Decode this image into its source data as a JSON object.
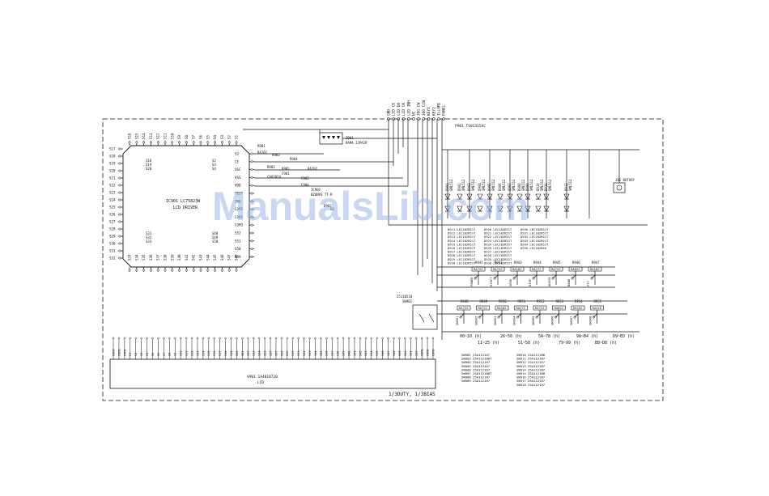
{
  "connector": {
    "ref": "P901 TS01315AC",
    "pins": [
      "GND",
      "LCD CE",
      "LCD DO",
      "LCD CK",
      "LCD INH",
      "NC",
      "JOG CW",
      "JOG CCW",
      "KEY1",
      "KEY2",
      "ILLUMI",
      "PANEL"
    ]
  },
  "ic": {
    "ref": "IC901 LC75823W",
    "name": "LCD DRIVER"
  },
  "left_pins": [
    "S17",
    "S18",
    "S19",
    "S20",
    "S21",
    "S22",
    "S23",
    "S24",
    "S25",
    "S26",
    "S27",
    "S28",
    "S29",
    "S30",
    "S31",
    "S32"
  ],
  "top_pins": [
    "S16",
    "S15",
    "S14",
    "S13",
    "S12",
    "S11",
    "S10",
    "S9",
    "S8",
    "S7",
    "S6",
    "S5",
    "S4",
    "S3",
    "S2",
    "S1"
  ],
  "bottom_pins": [
    "S33",
    "S34",
    "S35",
    "S36",
    "S37",
    "S38",
    "S39",
    "S40",
    "S41",
    "S42",
    "S43",
    "S44",
    "S45",
    "S46",
    "S47",
    "S48"
  ],
  "right_pins": [
    "S2",
    "CE",
    "OSC",
    "VSS",
    "VDD",
    "TEST",
    "INH",
    "COM2",
    "COM1",
    "COM3",
    "S52",
    "S51",
    "S50",
    "S49"
  ],
  "inner_left": [
    [
      "S18",
      "S19",
      "S20"
    ],
    [
      "S31",
      "S32",
      "S33"
    ]
  ],
  "inner_right": [
    [
      "S2",
      "S3",
      "S4"
    ],
    [
      "S48",
      "S49",
      "S50"
    ]
  ],
  "resistor_array": {
    "ref": "Z901",
    "value": "RAMA J2PA1R"
  },
  "ic_parts": [
    "R901",
    "RA702",
    "R902",
    "R904",
    "R903",
    "R905",
    "RA702",
    "C901",
    "C902",
    "C904",
    "CAA1024",
    "IC902",
    "BZ0NVS TT-R",
    "D902",
    "R6"
  ],
  "top_leds": [
    {
      "ref": "D901",
      "part": "SML512"
    },
    {
      "ref": "D902",
      "part": "SML512"
    },
    {
      "ref": "D903",
      "part": "SML512"
    },
    {
      "ref": "D904",
      "part": "SML512"
    },
    {
      "ref": "D905",
      "part": "SML512"
    },
    {
      "ref": "D906",
      "part": "SML512"
    },
    {
      "ref": "D907",
      "part": "SML512"
    },
    {
      "ref": "D908",
      "part": "SML512"
    },
    {
      "ref": "D909",
      "part": "SML512"
    },
    {
      "ref": "D910",
      "part": "SML512"
    },
    {
      "ref": "D911",
      "part": "SML512"
    },
    {
      "ref": "D912",
      "part": "SML512"
    }
  ],
  "jog_rotary": "JOG ROTARY",
  "led_table": [
    [
      "D911 LEC182R51T",
      "D926 LEC182R51T",
      "D936 LEC182R51T"
    ],
    [
      "D912 LEC182R51T",
      "D921 LEC182R51T",
      "D931 LEC182R51T"
    ],
    [
      "D913 LEC182R51T",
      "D922 LEC182R51T",
      "D932 LEC182R51T"
    ],
    [
      "D914 LEC182R51T",
      "D923 LEC182R51T",
      "D933 LEC182R51T"
    ],
    [
      "D915 LEC182R51T",
      "D924 LEC182R51T",
      "D934 LEC182R51T"
    ],
    [
      "D916 LEC182R51T",
      "D925 LEC182R51T",
      "D935 LEC182R46"
    ],
    [
      "D917 LEC182R51T",
      "D927 LEC182R51T",
      ""
    ],
    [
      "D918 LEC182R51T",
      "D928 LEC182R51T",
      ""
    ],
    [
      "D919 LEC182R51T",
      "D929 LEC182R51T",
      ""
    ],
    [
      "D920 LEC182R51T",
      "D930 LEC182R51T",
      ""
    ]
  ],
  "key_row1": {
    "resistors": [
      "R941",
      "R942",
      "R943",
      "R944",
      "R945",
      "R946",
      "R947"
    ],
    "values": [
      "RA722",
      "RA722",
      "RA182",
      "RA272",
      "RA722",
      "RA822",
      "RA182"
    ],
    "switches": [
      "POWER",
      "EJECT",
      "SEEK",
      "DISP",
      "AUDIO",
      "BAND",
      "PTY"
    ]
  },
  "key_row2": {
    "resistors": [
      "R948",
      "R949",
      "R950",
      "R951",
      "R952",
      "R953",
      "R954",
      "R955"
    ],
    "values": [
      "RA722",
      "RA722",
      "RA182",
      "RA272",
      "RA722",
      "RA822",
      "RA182",
      "RA418"
    ],
    "switches": [
      "SW901",
      "SW902",
      "SW903",
      "SW904",
      "SW905",
      "SW906",
      "SW907",
      "SW908"
    ]
  },
  "jog_switch": {
    "part": "25110518",
    "ref": "SW901"
  },
  "ranges": [
    {
      "label": "00~10 (h)"
    },
    {
      "label": "11~25 (h)"
    },
    {
      "label": "26~50 (h)"
    },
    {
      "label": "51~58 (h)"
    },
    {
      "label": "5A~78 (h)"
    },
    {
      "label": "79~99 (h)"
    },
    {
      "label": "9A~B4 (h)"
    },
    {
      "label": "B8~D8 (h)"
    },
    {
      "label": "D9~ED (h)"
    }
  ],
  "sw_table": [
    [
      "SW902 25A1121D7",
      "SW910 25A1121B8"
    ],
    [
      "SW903 25A1121B8T",
      "SW911 25A1121B7"
    ],
    [
      "SW904 25A1121H7",
      "SW912 25A1121D7"
    ],
    [
      "SW905 25A1121D7",
      "SW913 25A1121B7"
    ],
    [
      "SW906 25A1121D7",
      "SW914 25A1121B7"
    ],
    [
      "SW907 25A1121B8T",
      "SW915 25A1121B8"
    ],
    [
      "SW908 25A1121B7",
      "SW916 25A1121B7"
    ],
    [
      "SW909 25A1121H7",
      "SW917 25A1121H7"
    ],
    [
      "",
      "SW918 25A1121H7"
    ]
  ],
  "lcd_pins": [
    "COM3",
    "COM2",
    "COM1",
    "S1",
    "S2",
    "S3",
    "S4",
    "S5",
    "S6",
    "S7",
    "S8",
    "S9",
    "S10",
    "S11",
    "S12",
    "S13",
    "S14",
    "S15",
    "S16",
    "S17",
    "S18",
    "S19",
    "S20",
    "S21",
    "S22",
    "S23",
    "S24",
    "S25",
    "S26",
    "S27",
    "S28",
    "S29",
    "S30",
    "S31",
    "S32",
    "S33",
    "S34",
    "S35",
    "S36",
    "S37",
    "S38",
    "S39",
    "S40",
    "S41",
    "S42",
    "S43",
    "S44",
    "S45",
    "S46",
    "S47",
    "S48",
    "S49",
    "S50",
    "S51",
    "S52",
    "COM1",
    "COM2",
    "COM3"
  ],
  "lcd": {
    "ref": "V901 1A4018720",
    "name": "LCD"
  },
  "duty": "1/3DUTY, 1/3BIAS",
  "watermark": "ManualsLib.com",
  "colors": {
    "ink": "#111111",
    "watermark": "#9db7e6"
  }
}
